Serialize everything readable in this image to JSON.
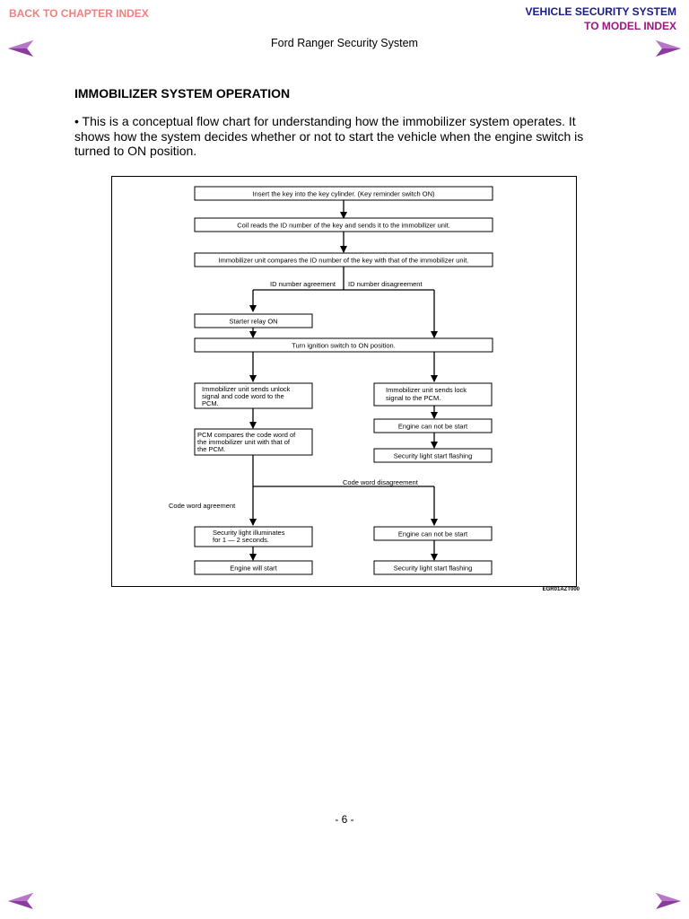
{
  "header": {
    "back_link": "BACK TO CHAPTER INDEX",
    "system_title": "VEHICLE SECURITY SYSTEM",
    "model_link": "TO MODEL INDEX",
    "doc_title": "Ford Ranger Security System"
  },
  "nav": {
    "prev_icon": "left-arrow-icon",
    "next_icon": "right-arrow-icon",
    "arrow_color": "#8b3a9e"
  },
  "section": {
    "heading": "IMMOBILIZER SYSTEM OPERATION",
    "intro": "• This is a conceptual flow chart for understanding how the immobilizer system operates. It shows how the system decides whether or not to start the vehicle when the engine switch is turned to ON position."
  },
  "flowchart": {
    "nodes": {
      "insert_key": "Insert the key into the key cylinder. (Key reminder switch ON)",
      "coil_reads": "Coil reads the ID number of the key and sends it to the immobilizer unit.",
      "compare_id": "Immobilizer unit compares the ID number of the key with that of the immobilizer unit.",
      "starter_relay": "Starter relay ON",
      "turn_ignition": "Turn ignition switch to ON position.",
      "send_unlock": [
        "Immobilizer unit sends unlock",
        "signal and code word to the",
        "PCM."
      ],
      "send_lock": [
        "Immobilizer unit sends lock",
        "signal to the PCM."
      ],
      "engine_cannot_1": "Engine can not be start",
      "security_flash_1": "Security light start flashing",
      "pcm_compare": [
        "PCM compares the code word of",
        "the immobilizer unit with that of",
        "the PCM."
      ],
      "security_illum": [
        "Security light illuminates",
        "for 1 — 2 seconds."
      ],
      "engine_cannot_2": "Engine can not be start",
      "engine_will_start": "Engine will start",
      "security_flash_2": "Security light start flashing"
    },
    "labels": {
      "id_agree": "ID number agreement",
      "id_disagree": "ID number disagreement",
      "code_disagree": "Code word disagreement",
      "code_agree": "Code word agreement"
    },
    "figure_code": "EGR01AZT000"
  },
  "footer": {
    "page_number": "- 6 -"
  }
}
